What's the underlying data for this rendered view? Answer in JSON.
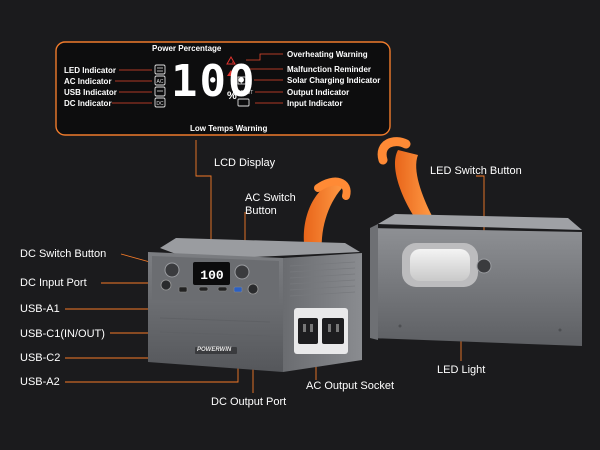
{
  "lcd_panel": {
    "top_label": "Power Percentage",
    "bottom_label": "Low Temps Warning",
    "digits": "100",
    "percent_sign": "%",
    "left_indicators": [
      "LED Indicator",
      "AC Indicator",
      "USB Indicator",
      "DC Indicator"
    ],
    "right_indicators": [
      "Overheating Warning",
      "Malfunction Reminder",
      "Solar Charging Indicator",
      "Output Indicator",
      "Input Indicator"
    ]
  },
  "callouts": {
    "lcd_display": "LCD Display",
    "ac_switch_line1": "AC Switch",
    "ac_switch_line2": "Button",
    "dc_switch": "DC Switch Button",
    "dc_input": "DC Input Port",
    "usb_a1": "USB-A1",
    "usb_c1": "USB-C1(IN/OUT)",
    "usb_c2": "USB-C2",
    "usb_a2": "USB-A2",
    "dc_output": "DC Output Port",
    "ac_output": "AC Output Socket",
    "led_switch": "LED Switch Button",
    "led_light": "LED Light"
  },
  "product": {
    "brand": "POWERWIN"
  },
  "colors": {
    "background": "#1b1b1d",
    "accent_orange": "#f47a28",
    "lcd_border": "#ef7b2c",
    "digit_white": "#ffffff",
    "warning_red": "#e0332e"
  }
}
